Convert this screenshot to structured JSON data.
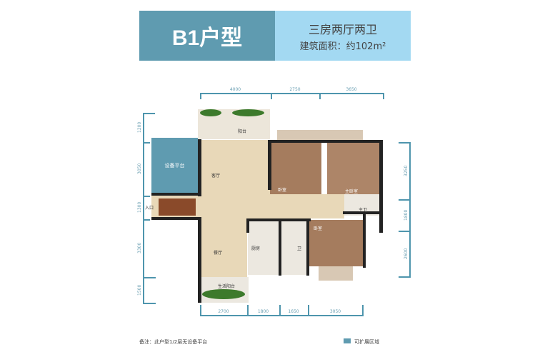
{
  "header": {
    "unit_type": "B1户型",
    "layout": "三房两厅两卫",
    "area": "建筑面积：约102m²"
  },
  "dimensions": {
    "top": [
      "4000",
      "2750",
      "3650"
    ],
    "left": [
      "1200",
      "3050",
      "1300",
      "3300",
      "1500"
    ],
    "right": [
      "3250",
      "1800",
      "2600"
    ],
    "bottom": [
      "2700",
      "1800",
      "1650",
      "3050"
    ]
  },
  "rooms": {
    "equipment_platform": "设备平台",
    "entrance": "入口",
    "balcony": "阳台",
    "living": "客厅",
    "bedroom1": "卧室",
    "master_bedroom": "主卧室",
    "master_bath": "主卫",
    "bedroom2": "卧室",
    "bath": "卫",
    "kitchen": "厨房",
    "dining": "餐厅",
    "utility_balcony": "生活阳台"
  },
  "footer": {
    "note": "备注：此户型1/2层无设备平台",
    "legend": "可扩展区域"
  },
  "colors": {
    "header_dark": "#5f9bb0",
    "header_light": "#a3d9f2",
    "expandable": "#5f9bb0"
  }
}
